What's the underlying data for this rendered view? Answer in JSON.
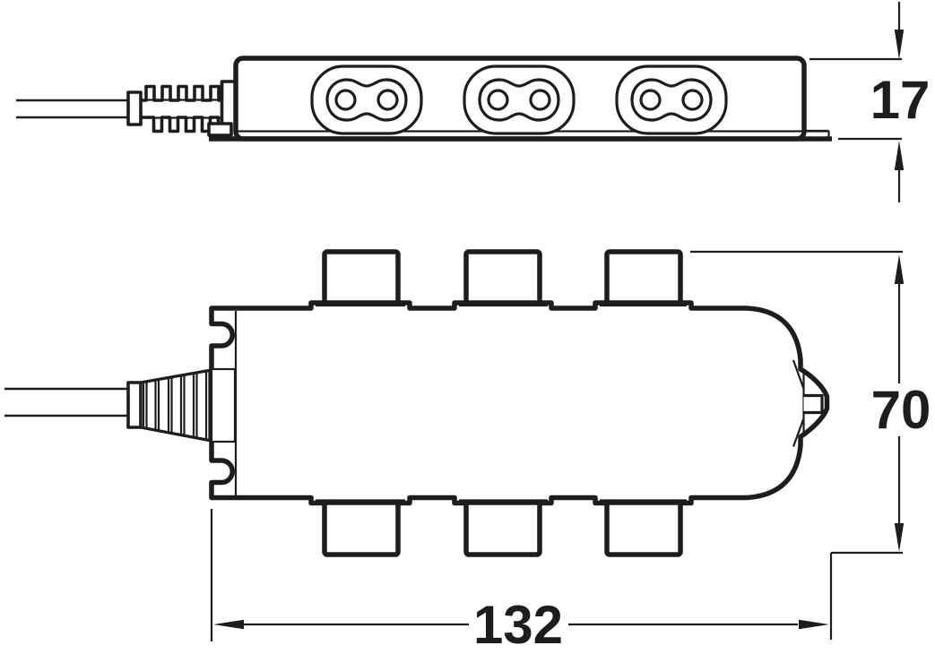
{
  "drawing": {
    "type": "technical-dimension-drawing",
    "line_color": "#1d1d1b",
    "background_color": "#ffffff",
    "dimensions": {
      "height": {
        "label": "17"
      },
      "depth": {
        "label": "70"
      },
      "length": {
        "label": "132"
      }
    },
    "views": {
      "side_view": {
        "socket_count": 3
      },
      "top_view": {
        "tab_count_top": 3,
        "tab_count_bottom": 3
      }
    }
  }
}
